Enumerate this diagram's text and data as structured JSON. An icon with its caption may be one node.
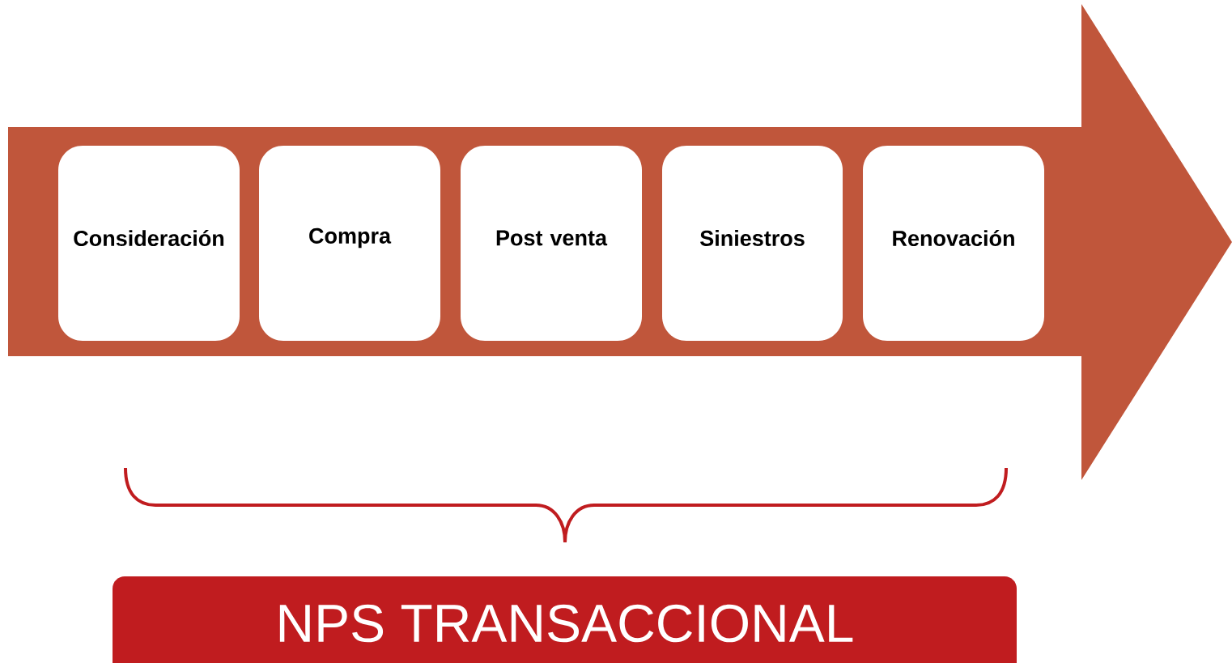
{
  "diagram": {
    "nodes": [
      {
        "text": [],
        "shape": "arrow"
      },
      {
        "text": [
          "Consideración"
        ],
        "in": 0
      },
      {
        "text": [
          "Compra"
        ],
        "in": 0
      },
      {
        "text": [
          "Post venta"
        ],
        "in": 0
      },
      {
        "text": [
          "Siniestros"
        ],
        "in": 0
      },
      {
        "text": [
          "Renovación"
        ],
        "in": 0
      },
      {
        "text": [
          "NPS TRANSACCIONAL"
        ]
      }
    ]
  }
}
